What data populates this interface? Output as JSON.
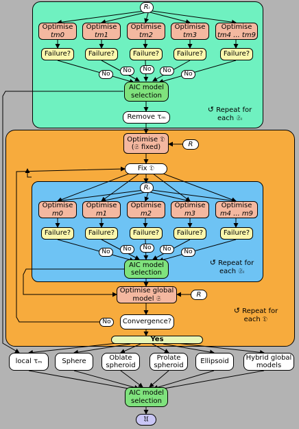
{
  "colors": {
    "background": "#b3b3b3",
    "top_region": "#6ff1c0",
    "middle_region": "#f7ab3d",
    "inner_region": "#6ec3f4",
    "optimise_box": "#f4b8a0",
    "failure_box": "#fbf7ad",
    "aic_box": "#7fe27d",
    "yes_box": "#e7f6b8",
    "final_box": "#c9c6f5"
  },
  "icons": {
    "repeat": "loop-arrow-icon"
  },
  "top": {
    "input": "Rᵢ",
    "optimise": [
      {
        "line1": "Optimise",
        "line2": "tm0"
      },
      {
        "line1": "Optimise",
        "line2": "tm1"
      },
      {
        "line1": "Optimise",
        "line2": "tm2"
      },
      {
        "line1": "Optimise",
        "line2": "tm3"
      },
      {
        "line1": "Optimise",
        "line2": "tm4 ... tm9"
      }
    ],
    "failure": "Failure?",
    "no": "No",
    "aic": [
      "AIC model",
      "selection"
    ],
    "remove": "Remove τₘ",
    "repeat": [
      "Repeat for",
      "each 𝔖ᵢ"
    ]
  },
  "middle": {
    "optimise_d": [
      "Optimise 𝔇",
      "(𝔖 fixed)"
    ],
    "r": "R",
    "fix_d": "Fix 𝔇",
    "inner": {
      "input": "Rᵢ",
      "optimise": [
        {
          "line1": "Optimise",
          "line2": "m0"
        },
        {
          "line1": "Optimise",
          "line2": "m1"
        },
        {
          "line1": "Optimise",
          "line2": "m2"
        },
        {
          "line1": "Optimise",
          "line2": "m3"
        },
        {
          "line1": "Optimise",
          "line2": "m4 ... m9"
        }
      ],
      "failure": "Failure?",
      "no": "No",
      "aic": [
        "AIC model",
        "selection"
      ],
      "repeat": [
        "Repeat for",
        "each 𝔖ᵢ"
      ]
    },
    "optimise_global": [
      "Optimise global",
      "model 𝔖"
    ],
    "r2": "R",
    "convergence": "Convergence?",
    "no": "No",
    "repeat": [
      "Repeat for",
      "each 𝔇"
    ]
  },
  "yes": "Yes",
  "outputs": [
    [
      "local τₘ"
    ],
    [
      "Sphere"
    ],
    [
      "Oblate",
      "spheroid"
    ],
    [
      "Prolate",
      "spheroid"
    ],
    [
      "Ellipsoid"
    ],
    [
      "Hybrid global",
      "models"
    ]
  ],
  "final_aic": [
    "AIC model",
    "selection"
  ],
  "result": "𝔘"
}
